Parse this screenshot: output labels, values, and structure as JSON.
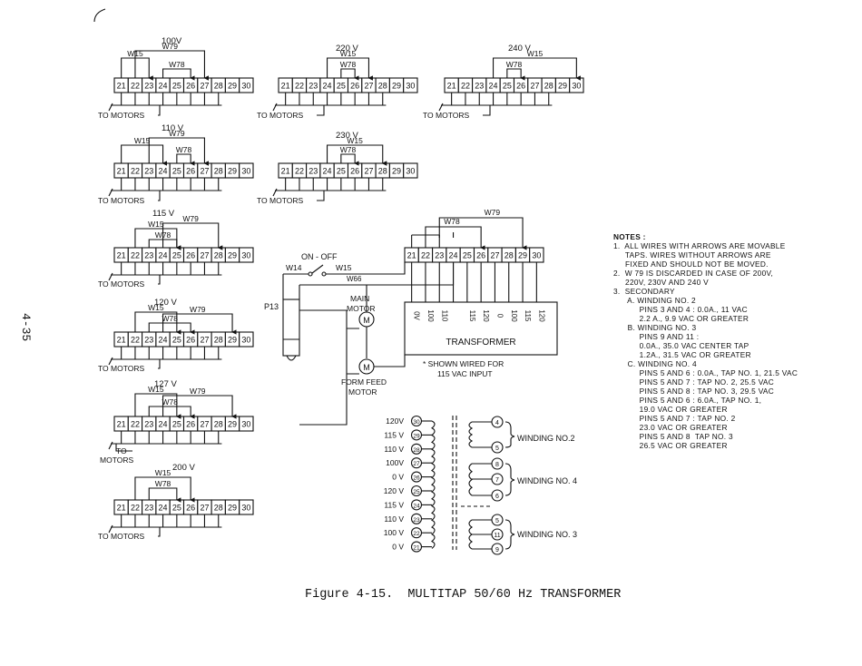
{
  "page_number": "4-35",
  "caption": "Figure 4-15.  MULTITAP 50/60 Hz TRANSFORMER",
  "terminals": [
    "21",
    "22",
    "23",
    "24",
    "25",
    "26",
    "27",
    "28",
    "29",
    "30"
  ],
  "wire_labels": {
    "w15": "W15",
    "w78": "W78",
    "w79": "W79",
    "w14": "W14",
    "w66": "W66"
  },
  "motors_label": "TO MOTORS",
  "motors_label_split": [
    "TO",
    "MOTORS"
  ],
  "configs": [
    {
      "voltage": "100V"
    },
    {
      "voltage": "220 V"
    },
    {
      "voltage": "240 V"
    },
    {
      "voltage": "110 V"
    },
    {
      "voltage": "230 V"
    },
    {
      "voltage": "115 V"
    },
    {
      "voltage": "120 V"
    },
    {
      "voltage": "127 V"
    },
    {
      "voltage": "200 V"
    }
  ],
  "wiring": {
    "on_off": "ON - OFF",
    "p13": "P13",
    "main_motor": [
      "MAIN",
      "MOTOR"
    ],
    "form_feed_motor": [
      "FORM FEED",
      "MOTOR"
    ],
    "transformer": "TRANSFORMER",
    "tap_labels": [
      "0V",
      "100",
      "110",
      "",
      "115",
      "120",
      "0",
      "100",
      "115",
      "120"
    ],
    "shown_wired": [
      "*  SHOWN WIRED FOR",
      "115 VAC INPUT"
    ]
  },
  "schematic": {
    "primary": [
      {
        "v": "120V",
        "pin": "30"
      },
      {
        "v": "115 V",
        "pin": "29"
      },
      {
        "v": "110 V",
        "pin": "28"
      },
      {
        "v": "100V",
        "pin": "27"
      },
      {
        "v": "0 V",
        "pin": "26"
      },
      {
        "v": "120 V",
        "pin": "25"
      },
      {
        "v": "115 V",
        "pin": "24"
      },
      {
        "v": "110 V",
        "pin": "23"
      },
      {
        "v": "100 V",
        "pin": "22"
      },
      {
        "v": "0 V",
        "pin": "21"
      }
    ],
    "secondary_pins": [
      "4",
      "5",
      "8",
      "7",
      "6",
      "5",
      "11",
      "9"
    ],
    "windings": [
      "WINDING NO.2",
      "WINDING NO. 4",
      "WINDING NO. 3"
    ]
  },
  "notes": {
    "title": "NOTES :",
    "lines": [
      "1.  ALL WIRES WITH ARROWS ARE MOVABLE",
      "     TAPS. WIRES WITHOUT ARROWS ARE",
      "     FIXED AND SHOULD NOT BE MOVED.",
      "2.  W 79 IS DISCARDED IN CASE OF 200V,",
      "     220V, 230V AND 240 V",
      "3.  SECONDARY",
      "      A. WINDING NO. 2",
      "           PINS 3 AND 4 : 0.0A., 11 VAC",
      "           2.2 A., 9.9 VAC OR GREATER",
      "      B. WINDING NO. 3",
      "           PINS 9 AND 11 :",
      "           0.0A., 35.0 VAC CENTER TAP",
      "           1.2A., 31.5 VAC OR GREATER",
      "      C. WINDING NO. 4",
      "           PINS 5 AND 6 : 0.0A., TAP NO. 1, 21.5 VAC",
      "           PINS 5 AND 7 : TAP NO. 2, 25.5 VAC",
      "           PINS 5 AND 8 : TAP NO. 3, 29.5 VAC",
      "           PINS 5 AND 6 : 6.0A., TAP NO. 1,",
      "           19.0 VAC OR GREATER",
      "           PINS 5 AND 7 : TAP NO. 2",
      "           23.0 VAC OR GREATER",
      "           PINS 5 AND 8  TAP NO. 3",
      "           26.5 VAC OR GREATER"
    ]
  }
}
